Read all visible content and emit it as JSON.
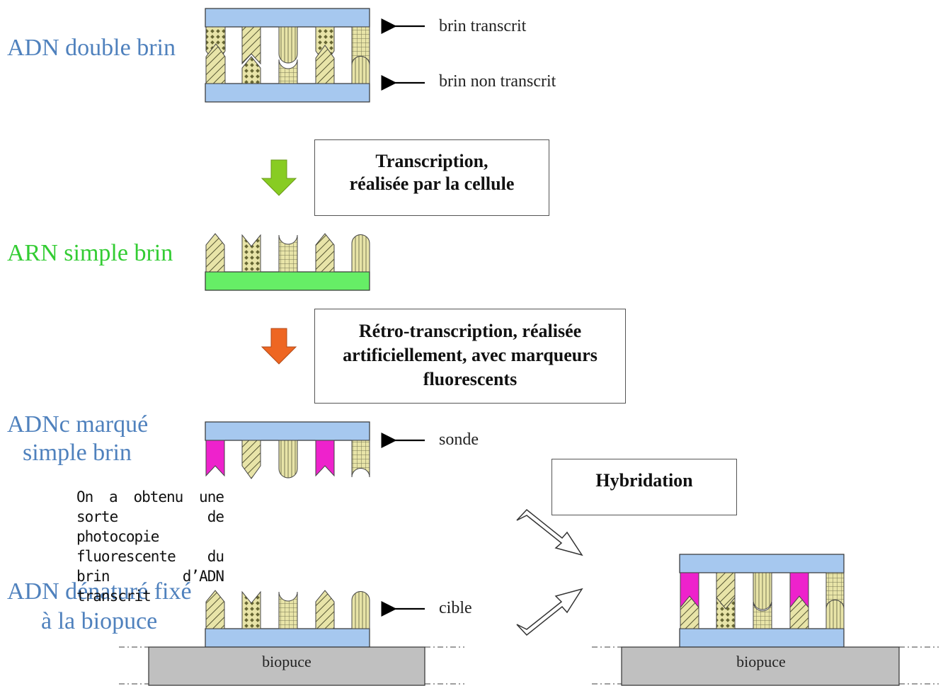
{
  "labels": {
    "adn_double_brin": "ADN double brin",
    "arn_simple_brin": "ARN simple brin",
    "adnc_line1": "ADNc marqué",
    "adnc_line2": "simple brin",
    "adn_denature_line1": "ADN dénaturé fixé",
    "adn_denature_line2": "à la biopuce"
  },
  "arrows": {
    "brin_transcrit": "brin transcrit",
    "brin_non_transcrit": "brin non transcrit",
    "sonde": "sonde",
    "cible": "cible"
  },
  "boxes": {
    "transcription_bold": "Transcription,",
    "transcription_rest": "réalisée par la cellule",
    "retro_bold": "Rétro-transcription",
    "retro_rest1": ", réalisée",
    "retro_rest2": "artificiellement, avec marqueurs",
    "retro_rest3": "fluorescents",
    "hybridation": "Hybridation"
  },
  "note": "On a obtenu une sorte de photocopie fluorescente du brin d’ADN transcrit",
  "biopuce": {
    "left": "biopuce",
    "right": "biopuce"
  },
  "colors": {
    "strand_blue": "#a6c8ef",
    "strand_green": "#66ee66",
    "arrow_green": "#88cc22",
    "arrow_orange": "#ee6622",
    "marker_magenta": "#ee22cc",
    "base_fill": "#e8e4a8",
    "base_stroke": "#555533",
    "chip_gray": "#c0c0c0"
  }
}
